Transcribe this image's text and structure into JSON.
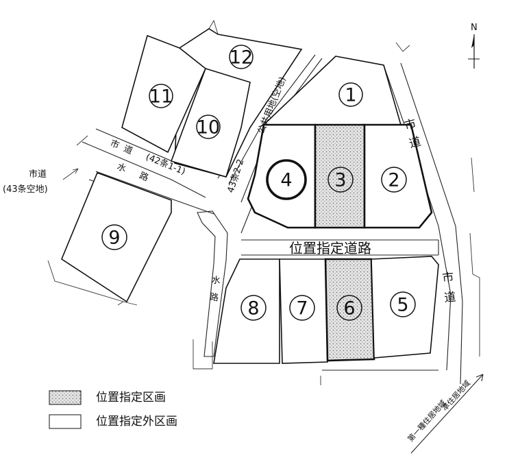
{
  "lots": [
    {
      "id": "1",
      "label": "1",
      "designated": false
    },
    {
      "id": "2",
      "label": "2",
      "designated": false
    },
    {
      "id": "3",
      "label": "3",
      "designated": true
    },
    {
      "id": "4",
      "label": "4",
      "designated": false,
      "highlighted": true
    },
    {
      "id": "5",
      "label": "5",
      "designated": false
    },
    {
      "id": "6",
      "label": "6",
      "designated": true
    },
    {
      "id": "7",
      "label": "7",
      "designated": false
    },
    {
      "id": "8",
      "label": "8",
      "designated": false
    },
    {
      "id": "9",
      "label": "9",
      "designated": false
    },
    {
      "id": "10",
      "label": "10",
      "designated": false
    },
    {
      "id": "11",
      "label": "11",
      "designated": false
    },
    {
      "id": "12",
      "label": "12",
      "designated": false
    }
  ],
  "labels": {
    "north": "N",
    "city_road_east_upper": "市道",
    "city_road_east_lower": "市道",
    "city_road_42_line1": "市道",
    "city_road_42_line2": "(42条1-1)",
    "water_channel_west": "水路",
    "water_channel_center": "水路",
    "city_road_43_line1": "市道",
    "city_road_43_line2": "(43条空地)",
    "public_land_43": "43条2-2",
    "public_land_name": "公共用地(空地)",
    "designated_road": "位置指定道路",
    "zone_residential_1": "第一種住居地域",
    "zone_quasi_residential": "準住居地域"
  },
  "legend": [
    {
      "pattern": "dotted",
      "text": "位置指定区画"
    },
    {
      "pattern": "plain",
      "text": "位置指定外区画"
    }
  ],
  "colors": {
    "line": "#111111",
    "dot_fill": "#c8c8c8",
    "background": "#ffffff"
  }
}
